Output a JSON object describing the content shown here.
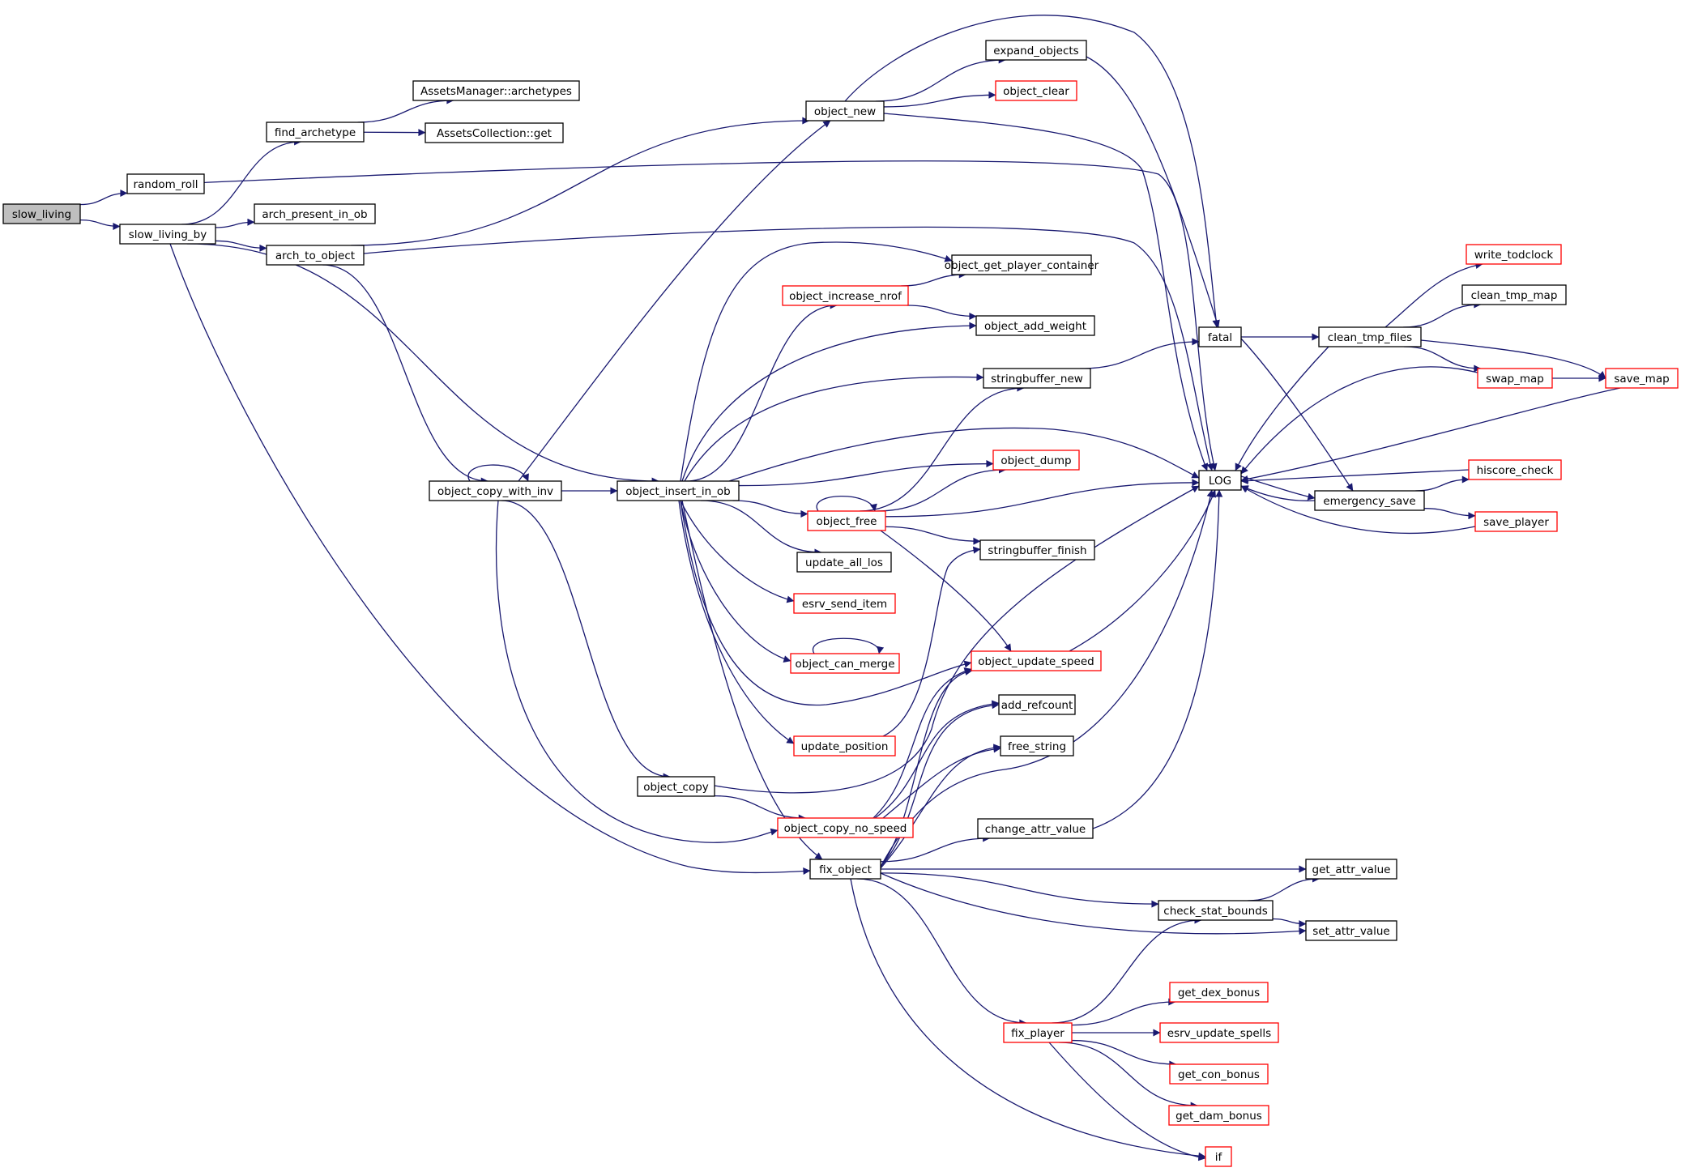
{
  "diagram": {
    "type": "call-graph",
    "colors": {
      "edge": "#191970",
      "node_border": "#000000",
      "truncated_border": "#ff0000",
      "root_fill": "#bfbfbf"
    },
    "nodes": [
      {
        "id": "slow_living",
        "label": "slow_living",
        "root": true
      },
      {
        "id": "random_roll",
        "label": "random_roll"
      },
      {
        "id": "slow_living_by",
        "label": "slow_living_by"
      },
      {
        "id": "find_archetype",
        "label": "find_archetype"
      },
      {
        "id": "assets_archetypes",
        "label": "AssetsManager::archetypes"
      },
      {
        "id": "assets_get",
        "label": "AssetsCollection::get"
      },
      {
        "id": "arch_present_in_ob",
        "label": "arch_present_in_ob"
      },
      {
        "id": "arch_to_object",
        "label": "arch_to_object"
      },
      {
        "id": "object_copy_with_inv",
        "label": "object_copy_with_inv"
      },
      {
        "id": "object_insert_in_ob",
        "label": "object_insert_in_ob"
      },
      {
        "id": "object_copy",
        "label": "object_copy"
      },
      {
        "id": "object_new",
        "label": "object_new"
      },
      {
        "id": "expand_objects",
        "label": "expand_objects"
      },
      {
        "id": "object_clear",
        "label": "object_clear",
        "truncated": true
      },
      {
        "id": "object_get_player_container",
        "label": "object_get_player_container"
      },
      {
        "id": "object_increase_nrof",
        "label": "object_increase_nrof",
        "truncated": true
      },
      {
        "id": "object_add_weight",
        "label": "object_add_weight"
      },
      {
        "id": "stringbuffer_new",
        "label": "stringbuffer_new"
      },
      {
        "id": "object_dump",
        "label": "object_dump",
        "truncated": true
      },
      {
        "id": "object_free",
        "label": "object_free",
        "truncated": true
      },
      {
        "id": "stringbuffer_finish",
        "label": "stringbuffer_finish"
      },
      {
        "id": "update_all_los",
        "label": "update_all_los"
      },
      {
        "id": "esrv_send_item",
        "label": "esrv_send_item",
        "truncated": true
      },
      {
        "id": "object_can_merge",
        "label": "object_can_merge",
        "truncated": true
      },
      {
        "id": "object_update_speed",
        "label": "object_update_speed",
        "truncated": true
      },
      {
        "id": "add_refcount",
        "label": "add_refcount"
      },
      {
        "id": "update_position",
        "label": "update_position",
        "truncated": true
      },
      {
        "id": "free_string",
        "label": "free_string"
      },
      {
        "id": "object_copy_no_speed",
        "label": "object_copy_no_speed",
        "truncated": true
      },
      {
        "id": "change_attr_value",
        "label": "change_attr_value"
      },
      {
        "id": "fix_object",
        "label": "fix_object"
      },
      {
        "id": "get_attr_value",
        "label": "get_attr_value"
      },
      {
        "id": "check_stat_bounds",
        "label": "check_stat_bounds"
      },
      {
        "id": "set_attr_value",
        "label": "set_attr_value"
      },
      {
        "id": "get_dex_bonus",
        "label": "get_dex_bonus",
        "truncated": true
      },
      {
        "id": "fix_player",
        "label": "fix_player",
        "truncated": true
      },
      {
        "id": "esrv_update_spells",
        "label": "esrv_update_spells",
        "truncated": true
      },
      {
        "id": "get_con_bonus",
        "label": "get_con_bonus",
        "truncated": true
      },
      {
        "id": "get_dam_bonus",
        "label": "get_dam_bonus",
        "truncated": true
      },
      {
        "id": "if",
        "label": "if",
        "truncated": true
      },
      {
        "id": "fatal",
        "label": "fatal"
      },
      {
        "id": "LOG",
        "label": "LOG"
      },
      {
        "id": "clean_tmp_files",
        "label": "clean_tmp_files"
      },
      {
        "id": "emergency_save",
        "label": "emergency_save"
      },
      {
        "id": "write_todclock",
        "label": "write_todclock",
        "truncated": true
      },
      {
        "id": "clean_tmp_map",
        "label": "clean_tmp_map"
      },
      {
        "id": "swap_map",
        "label": "swap_map",
        "truncated": true
      },
      {
        "id": "save_map",
        "label": "save_map",
        "truncated": true
      },
      {
        "id": "hiscore_check",
        "label": "hiscore_check",
        "truncated": true
      },
      {
        "id": "save_player",
        "label": "save_player",
        "truncated": true
      }
    ],
    "edges": [
      {
        "from": "slow_living",
        "to": "random_roll"
      },
      {
        "from": "slow_living",
        "to": "slow_living_by"
      },
      {
        "from": "random_roll",
        "to": "LOG"
      },
      {
        "from": "slow_living_by",
        "to": "find_archetype"
      },
      {
        "from": "slow_living_by",
        "to": "arch_present_in_ob"
      },
      {
        "from": "slow_living_by",
        "to": "arch_to_object"
      },
      {
        "from": "slow_living_by",
        "to": "object_insert_in_ob"
      },
      {
        "from": "slow_living_by",
        "to": "fix_object"
      },
      {
        "from": "find_archetype",
        "to": "assets_archetypes"
      },
      {
        "from": "find_archetype",
        "to": "assets_get"
      },
      {
        "from": "arch_to_object",
        "to": "object_new"
      },
      {
        "from": "arch_to_object",
        "to": "LOG"
      },
      {
        "from": "arch_to_object",
        "to": "object_copy_with_inv"
      },
      {
        "from": "object_copy_with_inv",
        "to": "object_copy_with_inv"
      },
      {
        "from": "object_copy_with_inv",
        "to": "object_new"
      },
      {
        "from": "object_copy_with_inv",
        "to": "object_insert_in_ob"
      },
      {
        "from": "object_copy_with_inv",
        "to": "object_copy"
      },
      {
        "from": "object_copy_with_inv",
        "to": "object_copy_no_speed"
      },
      {
        "from": "object_new",
        "to": "fatal"
      },
      {
        "from": "object_new",
        "to": "expand_objects"
      },
      {
        "from": "object_new",
        "to": "object_clear"
      },
      {
        "from": "object_new",
        "to": "LOG"
      },
      {
        "from": "expand_objects",
        "to": "fatal"
      },
      {
        "from": "object_insert_in_ob",
        "to": "object_get_player_container"
      },
      {
        "from": "object_insert_in_ob",
        "to": "object_increase_nrof"
      },
      {
        "from": "object_insert_in_ob",
        "to": "object_add_weight"
      },
      {
        "from": "object_insert_in_ob",
        "to": "stringbuffer_new"
      },
      {
        "from": "object_insert_in_ob",
        "to": "LOG"
      },
      {
        "from": "object_insert_in_ob",
        "to": "object_dump"
      },
      {
        "from": "object_insert_in_ob",
        "to": "object_free"
      },
      {
        "from": "object_insert_in_ob",
        "to": "update_all_los"
      },
      {
        "from": "object_insert_in_ob",
        "to": "esrv_send_item"
      },
      {
        "from": "object_insert_in_ob",
        "to": "object_can_merge"
      },
      {
        "from": "object_insert_in_ob",
        "to": "object_update_speed"
      },
      {
        "from": "object_insert_in_ob",
        "to": "update_position"
      },
      {
        "from": "object_insert_in_ob",
        "to": "fix_object"
      },
      {
        "from": "object_increase_nrof",
        "to": "object_get_player_container"
      },
      {
        "from": "object_increase_nrof",
        "to": "object_add_weight"
      },
      {
        "from": "object_free",
        "to": "object_free"
      },
      {
        "from": "object_free",
        "to": "stringbuffer_new"
      },
      {
        "from": "object_free",
        "to": "object_dump"
      },
      {
        "from": "object_free",
        "to": "LOG"
      },
      {
        "from": "object_free",
        "to": "stringbuffer_finish"
      },
      {
        "from": "object_free",
        "to": "object_update_speed"
      },
      {
        "from": "object_can_merge",
        "to": "object_can_merge"
      },
      {
        "from": "update_position",
        "to": "stringbuffer_finish"
      },
      {
        "from": "object_copy",
        "to": "LOG"
      },
      {
        "from": "object_copy",
        "to": "object_copy_no_speed"
      },
      {
        "from": "object_copy_no_speed",
        "to": "object_update_speed"
      },
      {
        "from": "object_copy_no_speed",
        "to": "add_refcount"
      },
      {
        "from": "object_copy_no_speed",
        "to": "free_string"
      },
      {
        "from": "stringbuffer_new",
        "to": "fatal"
      },
      {
        "from": "object_update_speed",
        "to": "LOG"
      },
      {
        "from": "fix_object",
        "to": "object_update_speed"
      },
      {
        "from": "fix_object",
        "to": "add_refcount"
      },
      {
        "from": "fix_object",
        "to": "free_string"
      },
      {
        "from": "fix_object",
        "to": "LOG"
      },
      {
        "from": "fix_object",
        "to": "change_attr_value"
      },
      {
        "from": "fix_object",
        "to": "get_attr_value"
      },
      {
        "from": "fix_object",
        "to": "check_stat_bounds"
      },
      {
        "from": "fix_object",
        "to": "set_attr_value"
      },
      {
        "from": "fix_object",
        "to": "fix_player"
      },
      {
        "from": "fix_object",
        "to": "if"
      },
      {
        "from": "change_attr_value",
        "to": "LOG"
      },
      {
        "from": "check_stat_bounds",
        "to": "get_attr_value"
      },
      {
        "from": "check_stat_bounds",
        "to": "set_attr_value"
      },
      {
        "from": "fix_player",
        "to": "check_stat_bounds"
      },
      {
        "from": "fix_player",
        "to": "get_dex_bonus"
      },
      {
        "from": "fix_player",
        "to": "esrv_update_spells"
      },
      {
        "from": "fix_player",
        "to": "get_con_bonus"
      },
      {
        "from": "fix_player",
        "to": "get_dam_bonus"
      },
      {
        "from": "fix_player",
        "to": "if"
      },
      {
        "from": "fatal",
        "to": "clean_tmp_files"
      },
      {
        "from": "fatal",
        "to": "emergency_save"
      },
      {
        "from": "clean_tmp_files",
        "to": "LOG"
      },
      {
        "from": "clean_tmp_files",
        "to": "write_todclock"
      },
      {
        "from": "clean_tmp_files",
        "to": "clean_tmp_map"
      },
      {
        "from": "clean_tmp_files",
        "to": "swap_map"
      },
      {
        "from": "clean_tmp_files",
        "to": "save_map"
      },
      {
        "from": "swap_map",
        "to": "save_map"
      },
      {
        "from": "swap_map",
        "to": "LOG"
      },
      {
        "from": "save_map",
        "to": "LOG"
      },
      {
        "from": "LOG",
        "to": "emergency_save"
      },
      {
        "from": "emergency_save",
        "to": "LOG"
      },
      {
        "from": "emergency_save",
        "to": "hiscore_check"
      },
      {
        "from": "emergency_save",
        "to": "save_player"
      },
      {
        "from": "hiscore_check",
        "to": "LOG"
      },
      {
        "from": "save_player",
        "to": "LOG"
      }
    ]
  }
}
